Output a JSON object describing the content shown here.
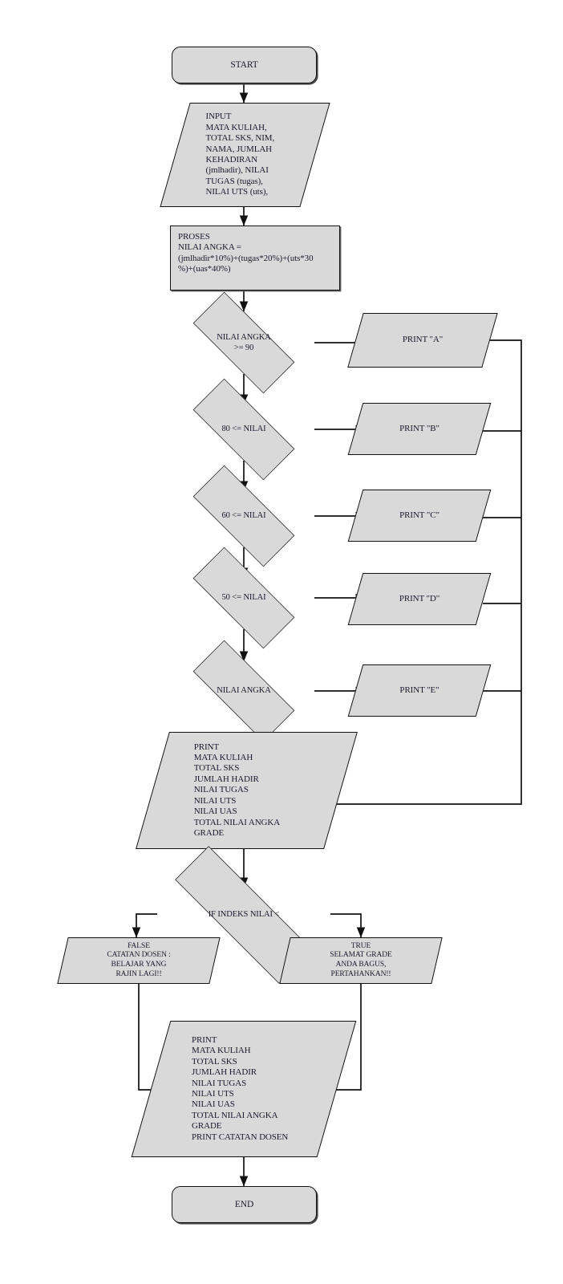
{
  "diagram": {
    "title": "Flowchart Penilaian Nilai Mahasiswa",
    "type": "flowchart",
    "fill_color": "#d9d9d9",
    "stroke_color": "#111111",
    "background": "#ffffff"
  },
  "nodes": {
    "start": {
      "label": "START",
      "shape": "terminator"
    },
    "input": {
      "label": "INPUT\nMATA KULIAH,\nTOTAL SKS, NIM,\nNAMA, JUMLAH\nKEHADIRAN\n(jmlhadir),  NILAI\nTUGAS (tugas),\nNILAI UTS (uts),",
      "shape": "parallelogram"
    },
    "proses": {
      "label": "PROSES\nNILAI ANGKA =\n(jmlhadir*10%)+(tugas*20%)+(uts*30\n%)+(uas*40%)",
      "shape": "process"
    },
    "decision_a": {
      "label": "NILAI ANGKA\n>= 90",
      "shape": "decision"
    },
    "decision_b": {
      "label": "80 <= NILAI",
      "shape": "decision"
    },
    "decision_c": {
      "label": "60 <= NILAI",
      "shape": "decision"
    },
    "decision_d": {
      "label": "50 <= NILAI",
      "shape": "decision"
    },
    "decision_e": {
      "label": "NILAI ANGKA",
      "shape": "decision"
    },
    "print_a": {
      "label": "PRINT \"A\"",
      "shape": "parallelogram"
    },
    "print_b": {
      "label": "PRINT \"B\"",
      "shape": "parallelogram"
    },
    "print_c": {
      "label": "PRINT \"C\"",
      "shape": "parallelogram"
    },
    "print_d": {
      "label": "PRINT \"D\"",
      "shape": "parallelogram"
    },
    "print_e": {
      "label": "PRINT \"E\"",
      "shape": "parallelogram"
    },
    "print_summary": {
      "label": "PRINT\nMATA KULIAH\nTOTAL SKS\nJUMLAH HADIR\nNILAI TUGAS\nNILAI UTS\nNILAI UAS\nTOTAL NILAI ANGKA\nGRADE",
      "shape": "parallelogram"
    },
    "decision_indeks": {
      "label": "IF INDEKS NILAI <",
      "shape": "decision"
    },
    "branch_false": {
      "label": "FALSE\nCATATAN DOSEN  :\nBELAJAR  YANG\nRAJIN LAGI!!",
      "shape": "parallelogram"
    },
    "branch_true": {
      "label": "TRUE\nSELAMAT GRADE\nANDA BAGUS,\nPERTAHANKAN!!",
      "shape": "parallelogram"
    },
    "print_final": {
      "label": "PRINT\nMATA KULIAH\nTOTAL SKS\nJUMLAH HADIR\nNILAI TUGAS\nNILAI UTS\nNILAI UAS\nTOTAL NILAI ANGKA\nGRADE\n PRINT CATATAN DOSEN",
      "shape": "parallelogram"
    },
    "end": {
      "label": "END",
      "shape": "terminator"
    }
  }
}
